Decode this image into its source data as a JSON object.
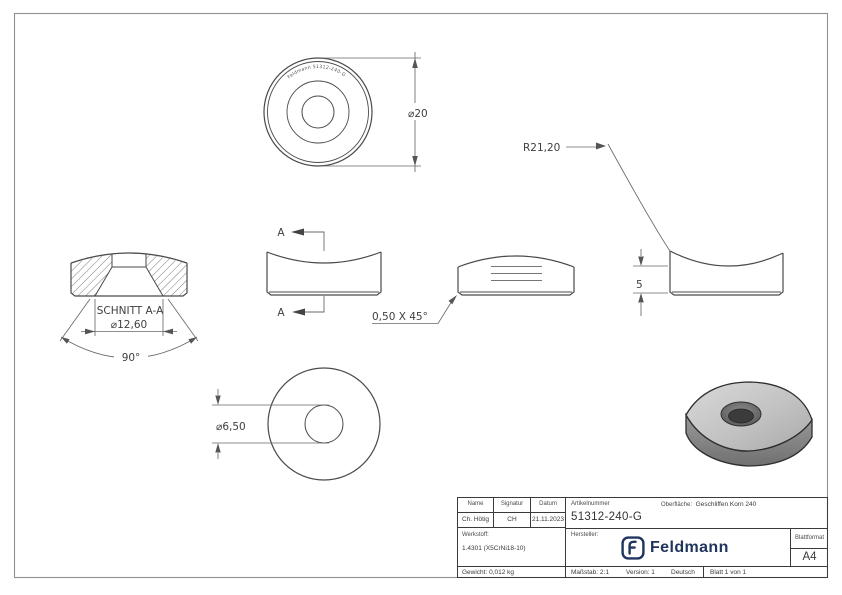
{
  "drawing": {
    "engraving": "Feldmann 51312-240-G",
    "top_diameter": "⌀20",
    "radius": "R21,20",
    "height": "5",
    "chamfer": "0,50 X 45°",
    "section_title": "SCHNITT A-A",
    "section_diameter": "⌀12,60",
    "section_angle": "90°",
    "hole_diameter": "⌀6,50",
    "section_marker": "A"
  },
  "title_block": {
    "name_header": "Name",
    "signature_header": "Signatur",
    "date_header": "Datum",
    "name": "Ch. Hötig",
    "signature": "CH",
    "date": "21.11.2023",
    "article_label": "Artikelnummer",
    "article_number": "51312-240-G",
    "surface_label": "Oberfläche:",
    "surface_value": "Geschliffen Korn 240",
    "material_label": "Werkstoff:",
    "material_value": "1.4301 (X5CrNi18-10)",
    "manufacturer_label": "Hersteller:",
    "brand": "Feldmann",
    "sheet_format_label": "Blattformat",
    "sheet_format": "A4",
    "weight": "Gewicht: 0,012 kg",
    "scale": "Maßstab: 2:1",
    "version": "Version: 1",
    "language": "Deutsch",
    "sheet": "Blatt 1 von 1"
  },
  "colors": {
    "line": "#4a4a4a",
    "thin_line": "#6a6a6a",
    "brand_navy": "#20355e",
    "part_gray_light": "#cfcfcf",
    "part_gray_dark": "#6e6e6e"
  }
}
